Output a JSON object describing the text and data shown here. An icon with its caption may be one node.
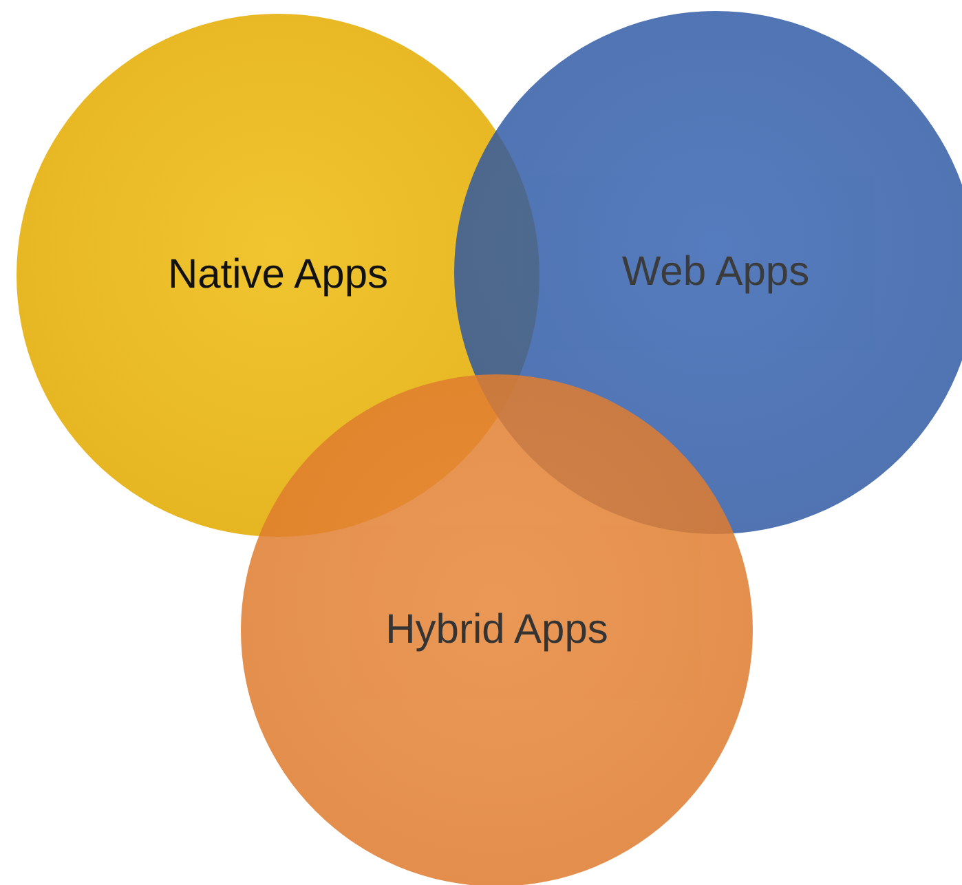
{
  "diagram": {
    "nodes": [
      {
        "text": [
          "Native Apps"
        ]
      },
      {
        "text": [
          "Web Apps"
        ]
      },
      {
        "text": [
          "Hybrid Apps"
        ]
      }
    ]
  }
}
